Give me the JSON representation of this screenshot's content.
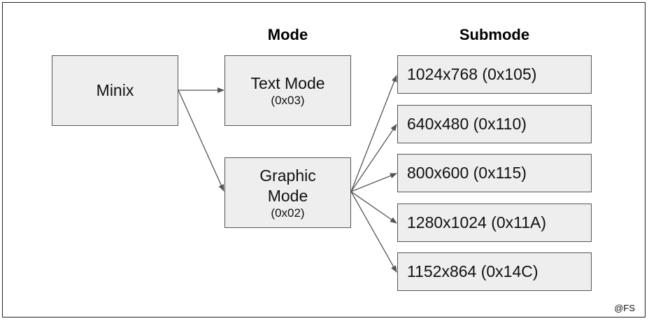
{
  "headings": {
    "mode": "Mode",
    "submode": "Submode"
  },
  "root": {
    "label": "Minix"
  },
  "modes": [
    {
      "label": "Text Mode",
      "code": "(0x03)"
    },
    {
      "label_line1": "Graphic",
      "label_line2": "Mode",
      "code": "(0x02)"
    }
  ],
  "submodes": [
    "1024x768 (0x105)",
    "640x480 (0x110)",
    "800x600 (0x115)",
    "1280x1024 (0x11A)",
    "1152x864 (0x14C)"
  ],
  "credit": "@FS",
  "colors": {
    "box_fill": "#eeeeee",
    "box_border": "#555555",
    "arrow": "#555555"
  }
}
